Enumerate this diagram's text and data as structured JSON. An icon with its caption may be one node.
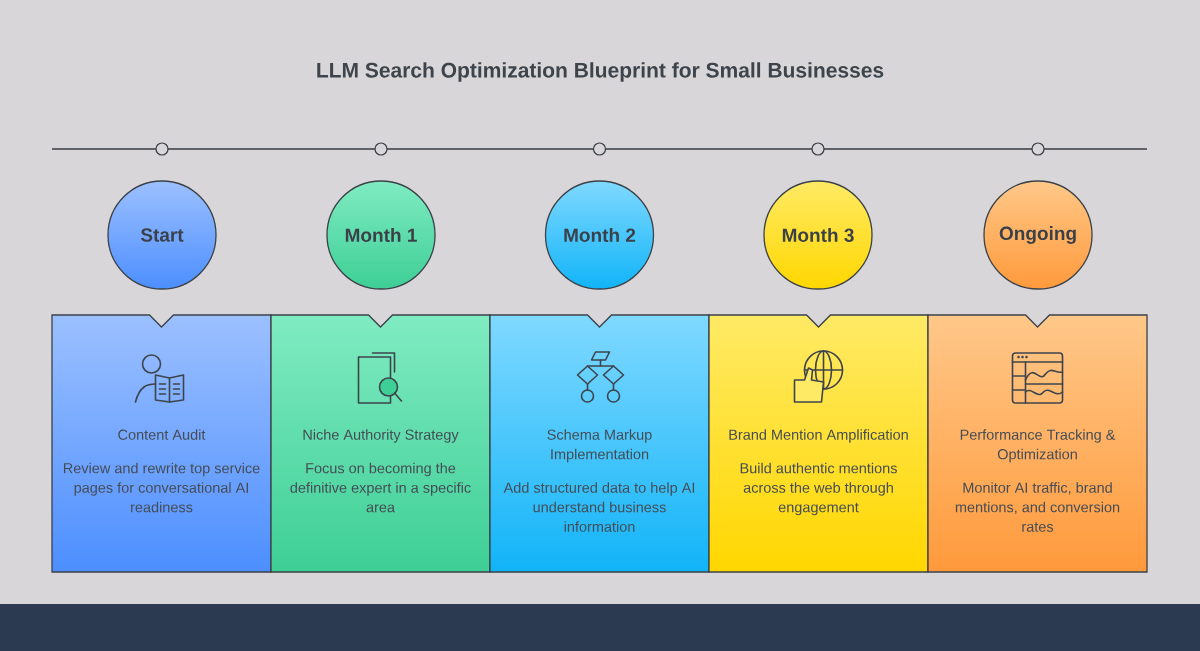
{
  "diagram": {
    "title": "LLM Search Optimization Blueprint for Small Businesses",
    "nodes": [
      {
        "text": [
          "Start"
        ]
      },
      {
        "text": [
          "Month 1"
        ]
      },
      {
        "text": [
          "Month 2"
        ]
      },
      {
        "text": [
          "Month 3"
        ]
      },
      {
        "text": [
          "Ongoing"
        ]
      },
      {
        "text": [
          "Content Audit",
          "Review and rewrite top service pages for conversational AI readiness"
        ]
      },
      {
        "text": [
          "Niche Authority Strategy",
          "Focus on becoming the definitive expert in a specific area"
        ]
      },
      {
        "text": [
          "Schema Markup Implementation",
          "Add structured data to help AI understand business information"
        ]
      },
      {
        "text": [
          "Brand Mention Amplification",
          "Build authentic mentions across the web through engagement"
        ]
      },
      {
        "text": [
          "Performance Tracking & Optimization",
          "Monitor AI traffic, brand mentions, and conversion rates"
        ]
      }
    ]
  }
}
